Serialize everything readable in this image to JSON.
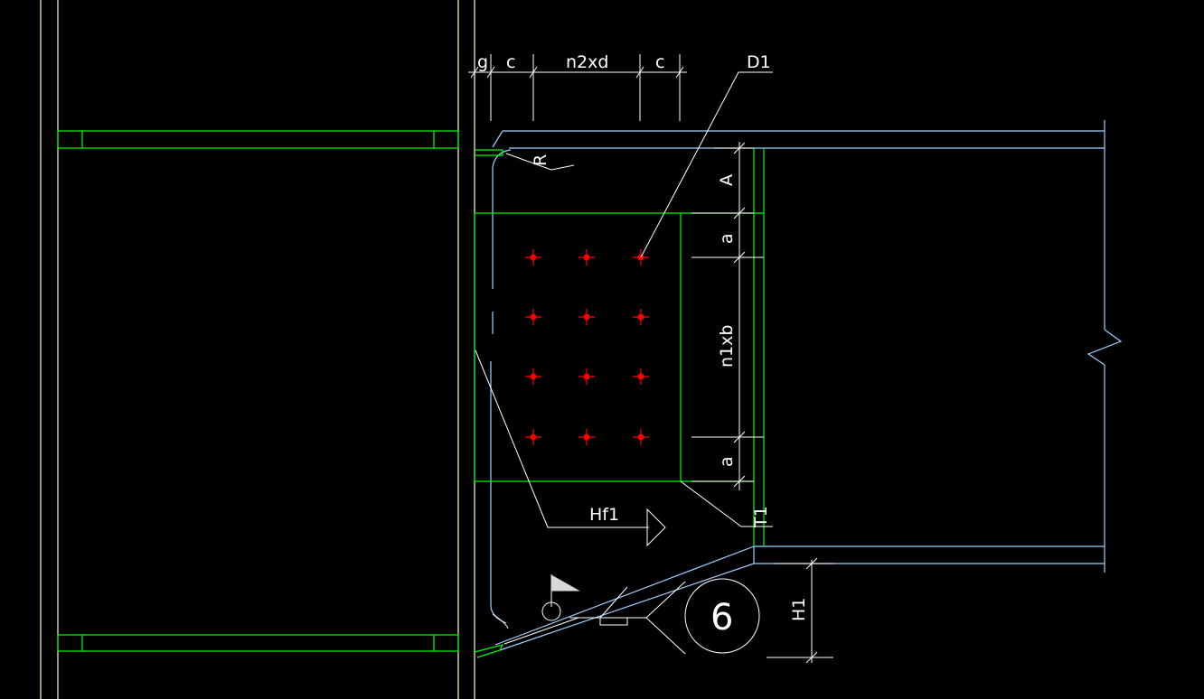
{
  "drawing": {
    "background": "#000000",
    "colors": {
      "column": "#ffffc0",
      "plate": "#00ff00",
      "beam": "#9fd0ff",
      "dimension": "#ffffff",
      "bolt": "#ff0000",
      "weld_flag": "#d8d8d8"
    },
    "labels": {
      "dim_g": "g",
      "dim_c_left": "c",
      "dim_n2xd": "n2xd",
      "dim_c_right": "c",
      "bolt_leader": "D1",
      "radius": "R",
      "dim_A": "A",
      "dim_a_top": "a",
      "dim_n1xb": "n1xb",
      "dim_a_bottom": "a",
      "plate_thickness": "T1",
      "weld_force": "Hf1",
      "weld_symbol": "6",
      "haunch_height": "H1"
    },
    "bolt_grid": {
      "rows": 4,
      "columns": 3
    }
  }
}
